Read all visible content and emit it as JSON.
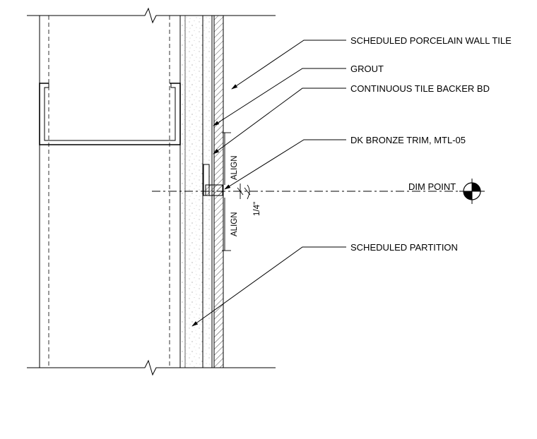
{
  "callouts": {
    "porcelain_tile": "SCHEDULED PORCELAIN WALL TILE",
    "grout": "GROUT",
    "backer_board": "CONTINUOUS TILE BACKER BD",
    "trim": "DK BRONZE TRIM, MTL-05",
    "dim_point": "DIM POINT",
    "partition": "SCHEDULED PARTITION"
  },
  "dimensions": {
    "align_upper": "ALIGN",
    "align_lower": "ALIGN",
    "gap": "1/4\""
  }
}
